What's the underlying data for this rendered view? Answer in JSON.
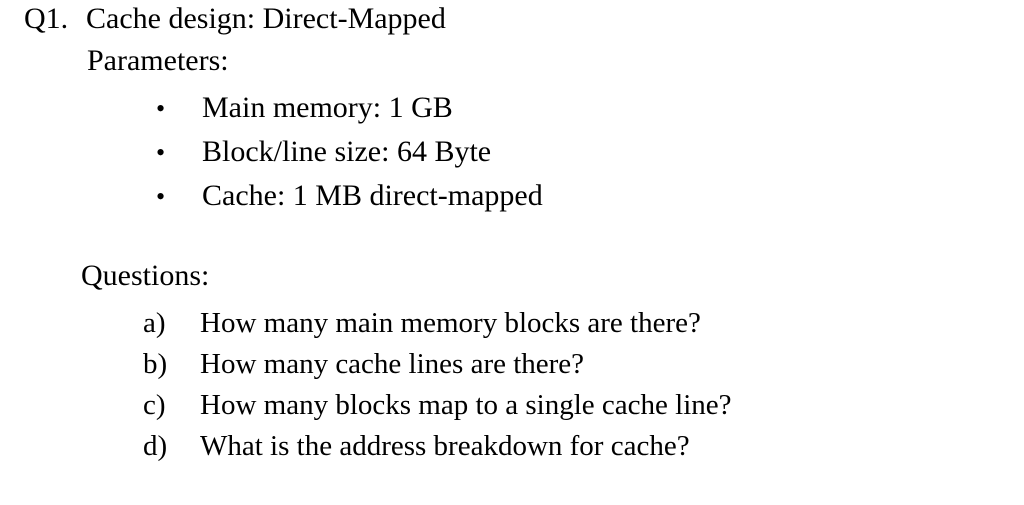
{
  "document": {
    "question_number": "Q1.",
    "title": "Cache design: Direct-Mapped",
    "parameters_label": "Parameters:",
    "parameters": [
      {
        "bullet": "•",
        "text": "Main memory: 1 GB"
      },
      {
        "bullet": "•",
        "text": "Block/line size: 64 Byte"
      },
      {
        "bullet": "•",
        "text": "Cache: 1 MB direct-mapped"
      }
    ],
    "questions_label": "Questions:",
    "questions": [
      {
        "marker": "a)",
        "text": "How many main memory blocks are there?"
      },
      {
        "marker": "b)",
        "text": "How many cache lines are there?"
      },
      {
        "marker": "c)",
        "text": "How many blocks map to a single cache line?"
      },
      {
        "marker": "d)",
        "text": "What is the address breakdown for cache?"
      }
    ]
  },
  "colors": {
    "background": "#ffffff",
    "text": "#000000"
  }
}
